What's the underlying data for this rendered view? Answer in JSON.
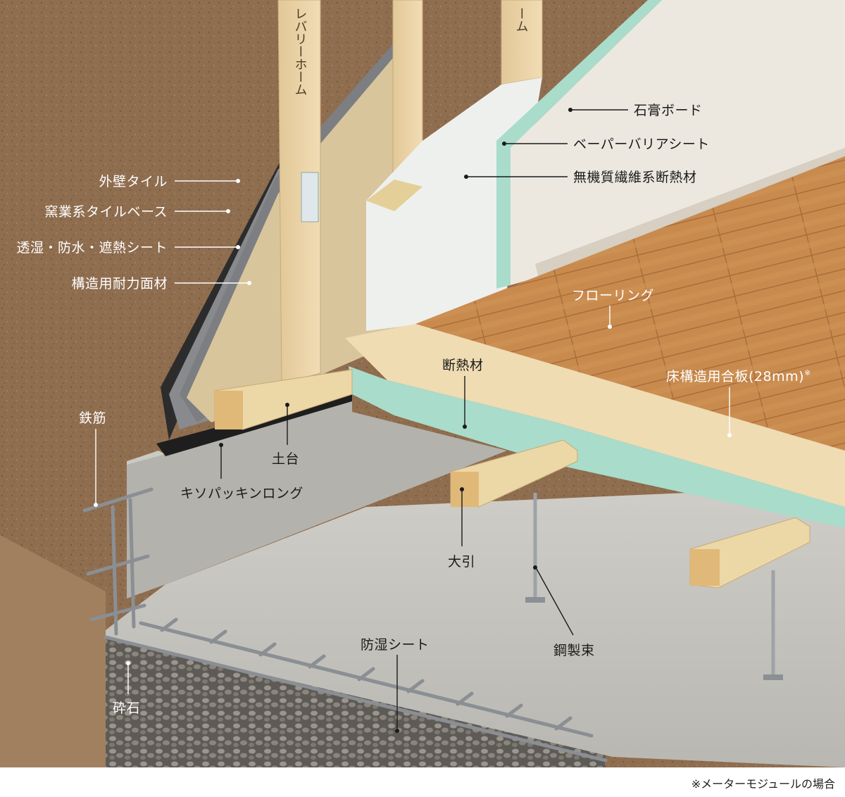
{
  "labels": {
    "gaiheki_tile": "外壁タイル",
    "yogyo_tile_base": "窯業系タイルベース",
    "toshitsu_sheet": "透湿・防水・遮熱シート",
    "kozo_menzai": "構造用耐力面材",
    "sekko_board": "石膏ボード",
    "vapor_barrier": "ベーパーバリアシート",
    "mukishitsu_insulation": "無機質繊維系断熱材",
    "flooring": "フローリング",
    "dannetsuzai": "断熱材",
    "yuka_gohan": "床構造用合板(28mm)",
    "yuka_gohan_note": "※",
    "tecchin": "鉄筋",
    "dodai": "土台",
    "kiso_packing": "キソパッキンロング",
    "obiki": "大引",
    "kosei_tsuka": "鋼製束",
    "boshitsu_sheet": "防湿シート",
    "saiseki": "砕石"
  },
  "stud_text": "レバリーホーム",
  "stud_text_2": "ーム",
  "footnote": "※メーターモジュールの場合",
  "colors": {
    "soil": "#8c6a4c",
    "concrete": "#c8c6c0",
    "wood": "#e8d2a6",
    "flooring": "#c98a4e",
    "insulation_green": "#a9dccb",
    "gypsum": "#ece8e0",
    "label_white": "#ffffff",
    "label_dark": "#1a1a1a"
  }
}
